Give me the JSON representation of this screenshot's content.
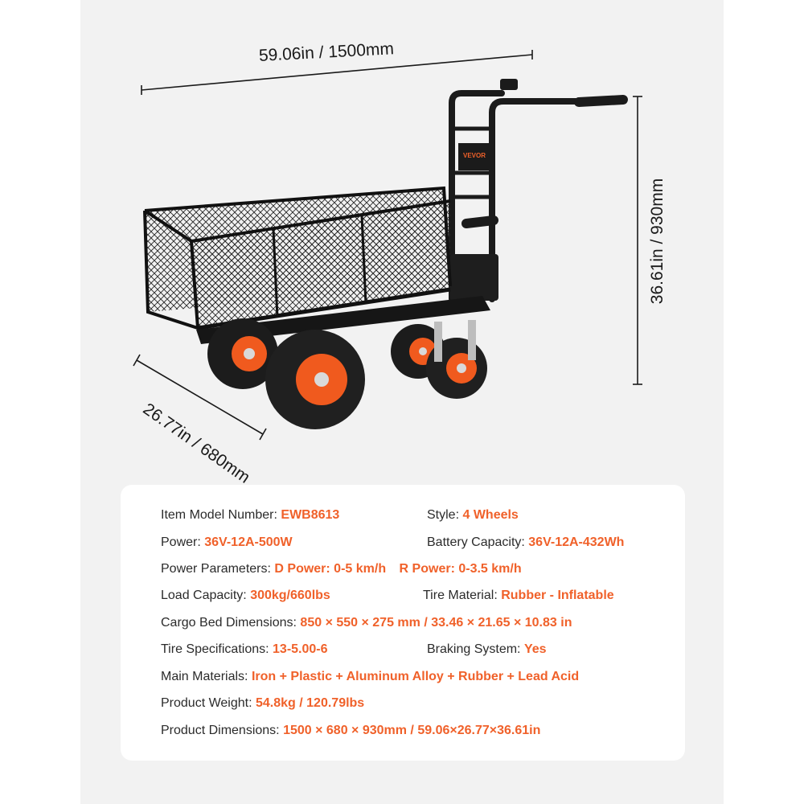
{
  "dimensions": {
    "width_label": "59.06in / 1500mm",
    "height_label": "36.61in / 930mm",
    "depth_label": "26.77in / 680mm"
  },
  "brand_plate": "VEVOR",
  "specs": {
    "model": {
      "key": "Item Model Number:",
      "value": "EWB8613"
    },
    "style": {
      "key": "Style:",
      "value": "4 Wheels"
    },
    "power": {
      "key": "Power:",
      "value": "36V-12A-500W"
    },
    "battery": {
      "key": "Battery Capacity:",
      "value": "36V-12A-432Wh"
    },
    "power_params": {
      "key": "Power Parameters:",
      "value": "D Power: 0-5 km/h",
      "value2": "R Power: 0-3.5 km/h"
    },
    "load": {
      "key": "Load Capacity:",
      "value": "300kg/660lbs"
    },
    "tire_material": {
      "key": "Tire Material:",
      "value": "Rubber - Inflatable"
    },
    "cargo_bed": {
      "key": "Cargo Bed Dimensions:",
      "value": "850 × 550 × 275 mm / 33.46 × 21.65 × 10.83 in"
    },
    "tire_spec": {
      "key": "Tire Specifications:",
      "value": "13-5.00-6"
    },
    "braking": {
      "key": "Braking System:",
      "value": "Yes"
    },
    "materials": {
      "key": "Main Materials:",
      "value": "Iron + Plastic + Aluminum Alloy + Rubber + Lead Acid"
    },
    "weight": {
      "key": "Product Weight:",
      "value": "54.8kg / 120.79lbs"
    },
    "product_dims": {
      "key": "Product Dimensions:",
      "value": "1500 × 680 × 930mm / 59.06×26.77×36.61in"
    }
  },
  "colors": {
    "accent": "#f0612a",
    "text": "#2b2b2b",
    "background": "#f2f2f2",
    "card": "#ffffff"
  }
}
